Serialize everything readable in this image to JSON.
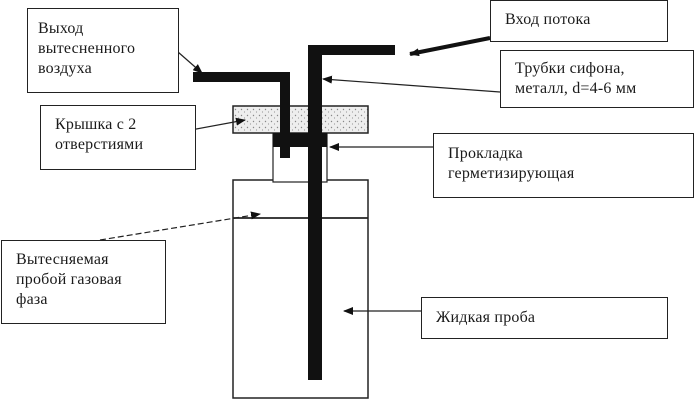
{
  "diagram": {
    "title": "Siphon sampling vessel schematic",
    "labels": {
      "air_outlet": [
        "Выход",
        "вытесненного",
        "воздуха"
      ],
      "flow_inlet": [
        "Вход потока"
      ],
      "siphon_tubes": [
        "Трубки сифона,",
        "металл, d=4-6  мм"
      ],
      "lid": [
        "Крышка с 2",
        "отверстиями"
      ],
      "gasket": [
        "Прокладка",
        "герметизирующая"
      ],
      "gas_phase": [
        "Вытесняемая",
        "пробой газовая",
        "фаза"
      ],
      "liquid_sample": [
        "Жидкая проба"
      ]
    },
    "colors": {
      "ink": "#111111",
      "lid_fill": "#e6e6e6",
      "background": "#ffffff"
    }
  }
}
